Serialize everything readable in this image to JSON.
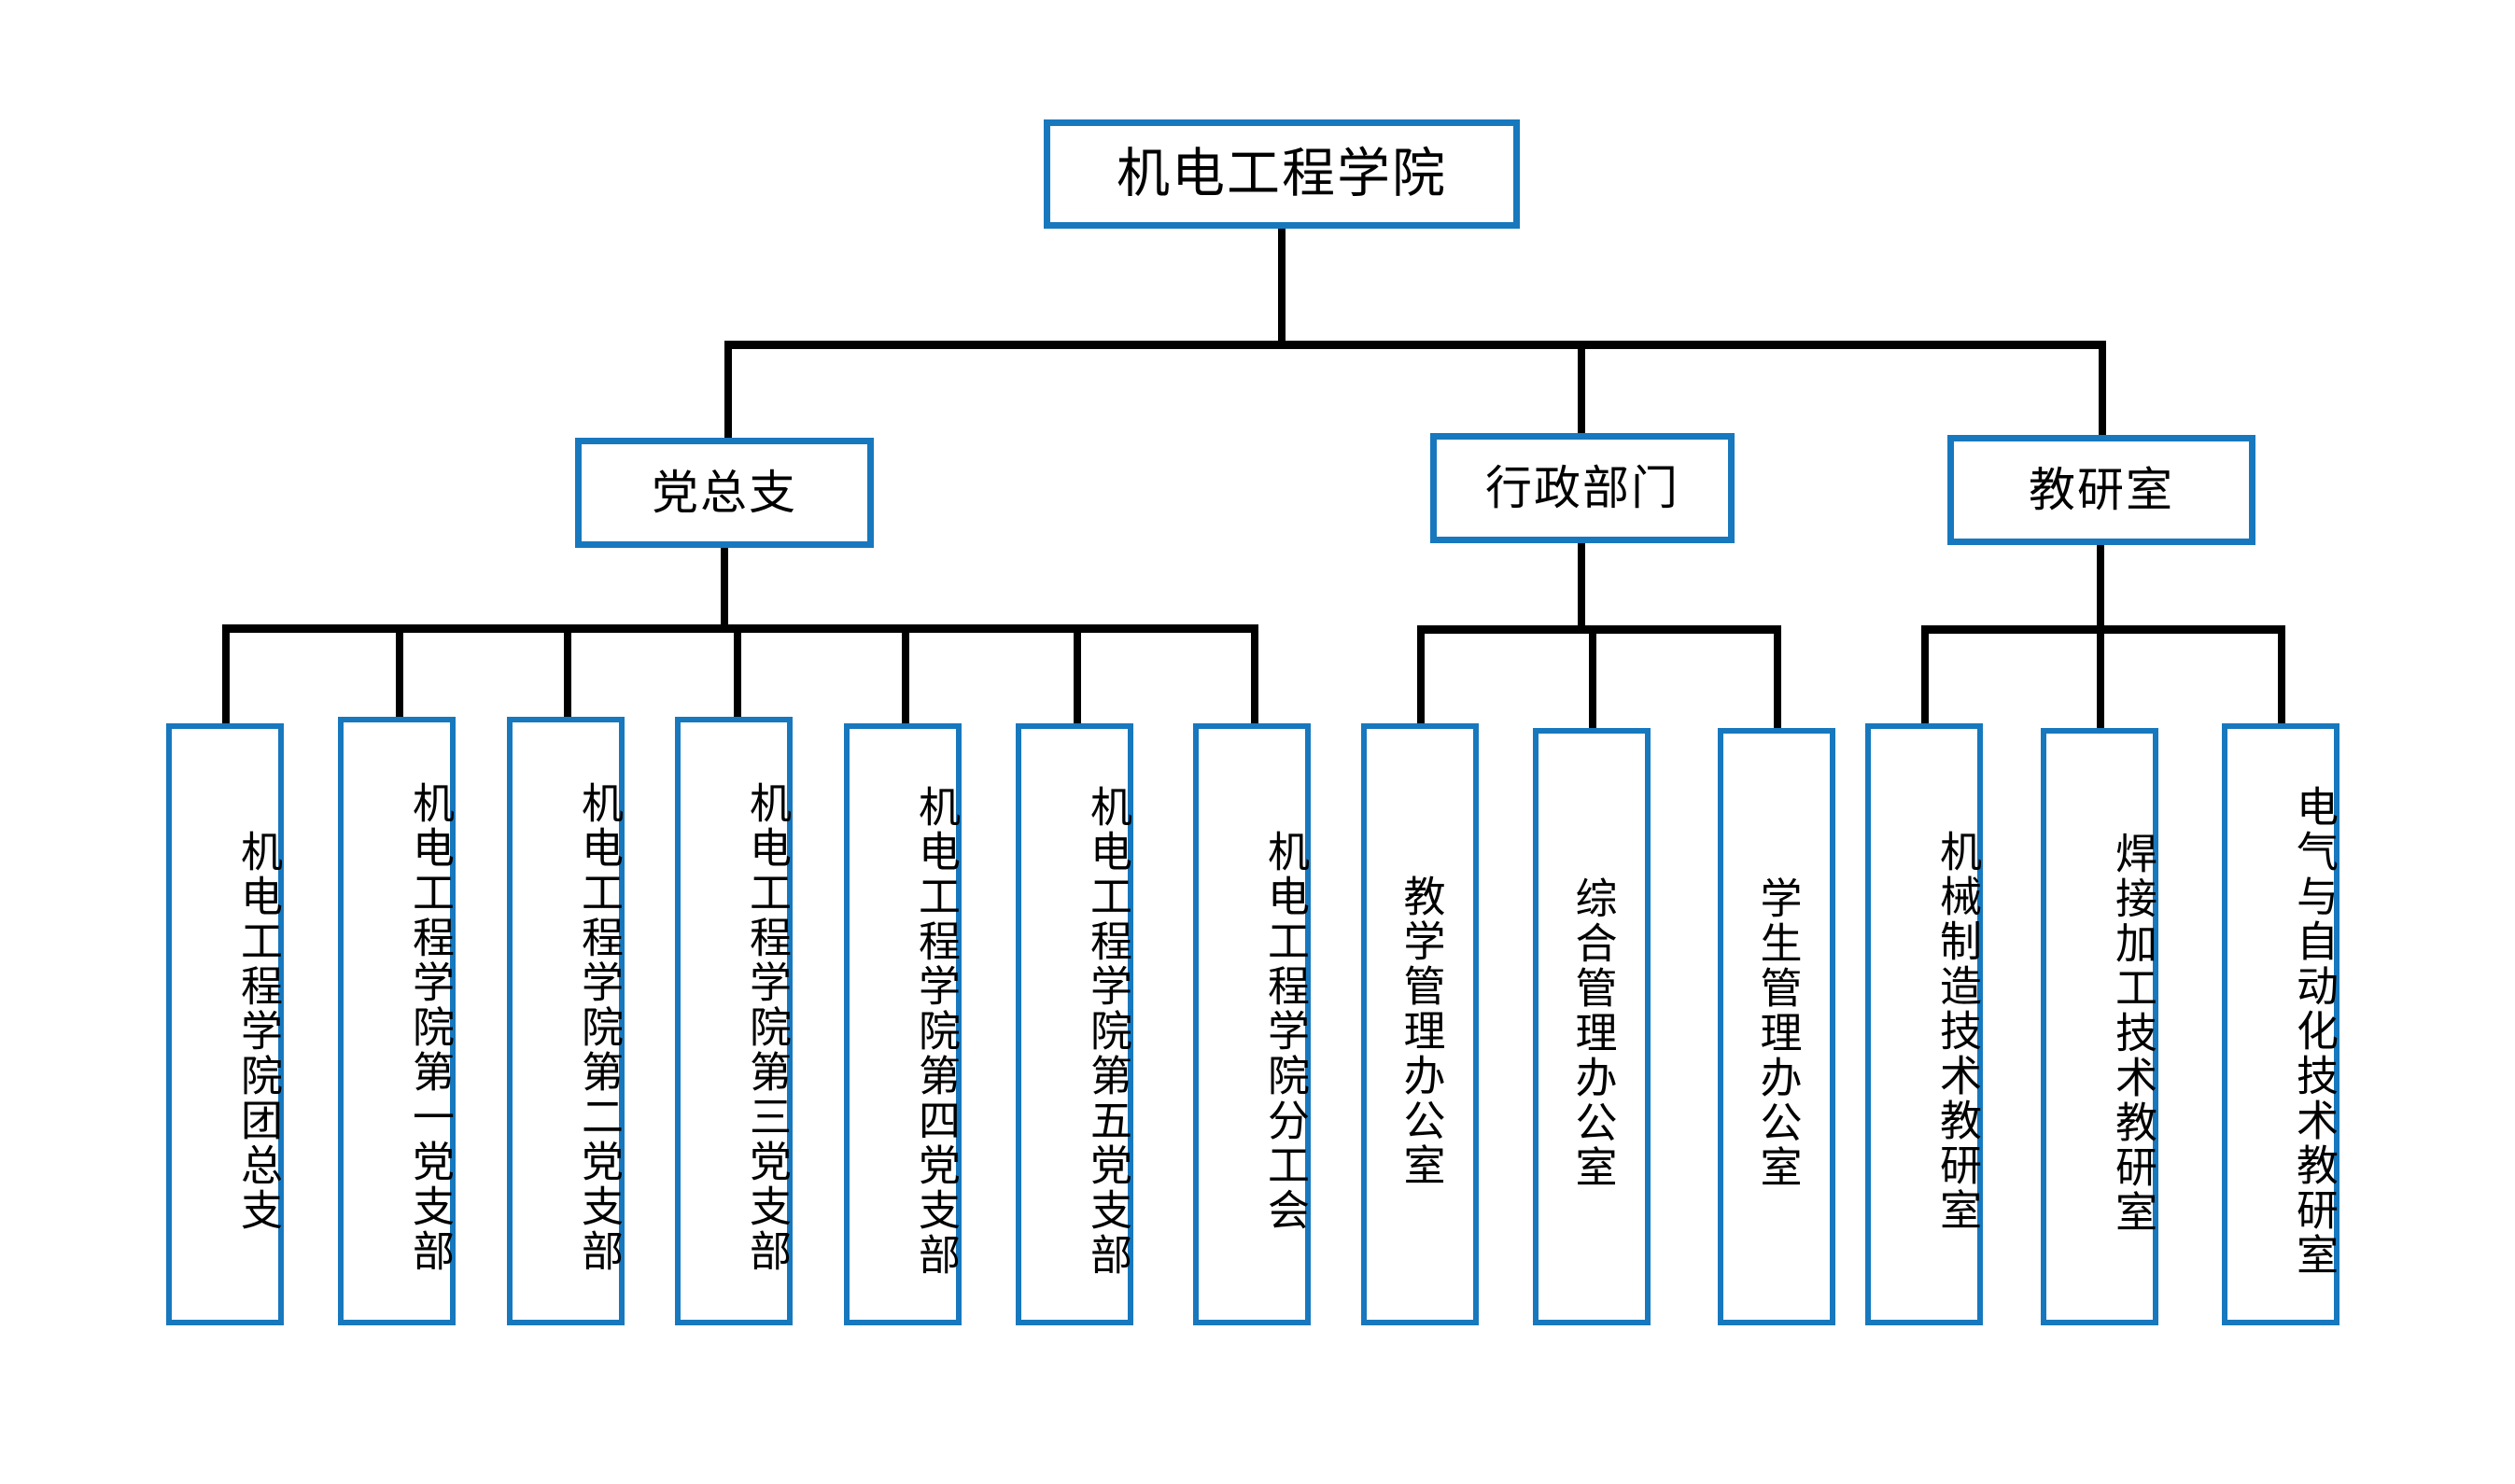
{
  "chart": {
    "title": "机电工程学院",
    "type": "organization-chart",
    "accent_color": "#1778be",
    "line_color": "#000000",
    "background_color": "#ffffff"
  },
  "root": {
    "label": "机电工程学院"
  },
  "branches": [
    {
      "id": "party",
      "label": "党总支",
      "children": [
        {
          "label": "机电工程学院团总支"
        },
        {
          "label": "机电工程学院第一党支部"
        },
        {
          "label": "机电工程学院第二党支部"
        },
        {
          "label": "机电工程学院第三党支部"
        },
        {
          "label": "机电工程学院第四党支部"
        },
        {
          "label": "机电工程学院第五党支部"
        },
        {
          "label": "机电工程学院分工会"
        }
      ]
    },
    {
      "id": "admin",
      "label": "行政部门",
      "children": [
        {
          "label": "教学管理办公室"
        },
        {
          "label": "综合管理办公室"
        },
        {
          "label": "学生管理办公室"
        }
      ]
    },
    {
      "id": "teaching",
      "label": "教研室",
      "children": [
        {
          "label": "机械制造技术教研室"
        },
        {
          "label": "焊接加工技术教研室"
        },
        {
          "label": "电气与自动化技术教研室"
        }
      ]
    }
  ]
}
